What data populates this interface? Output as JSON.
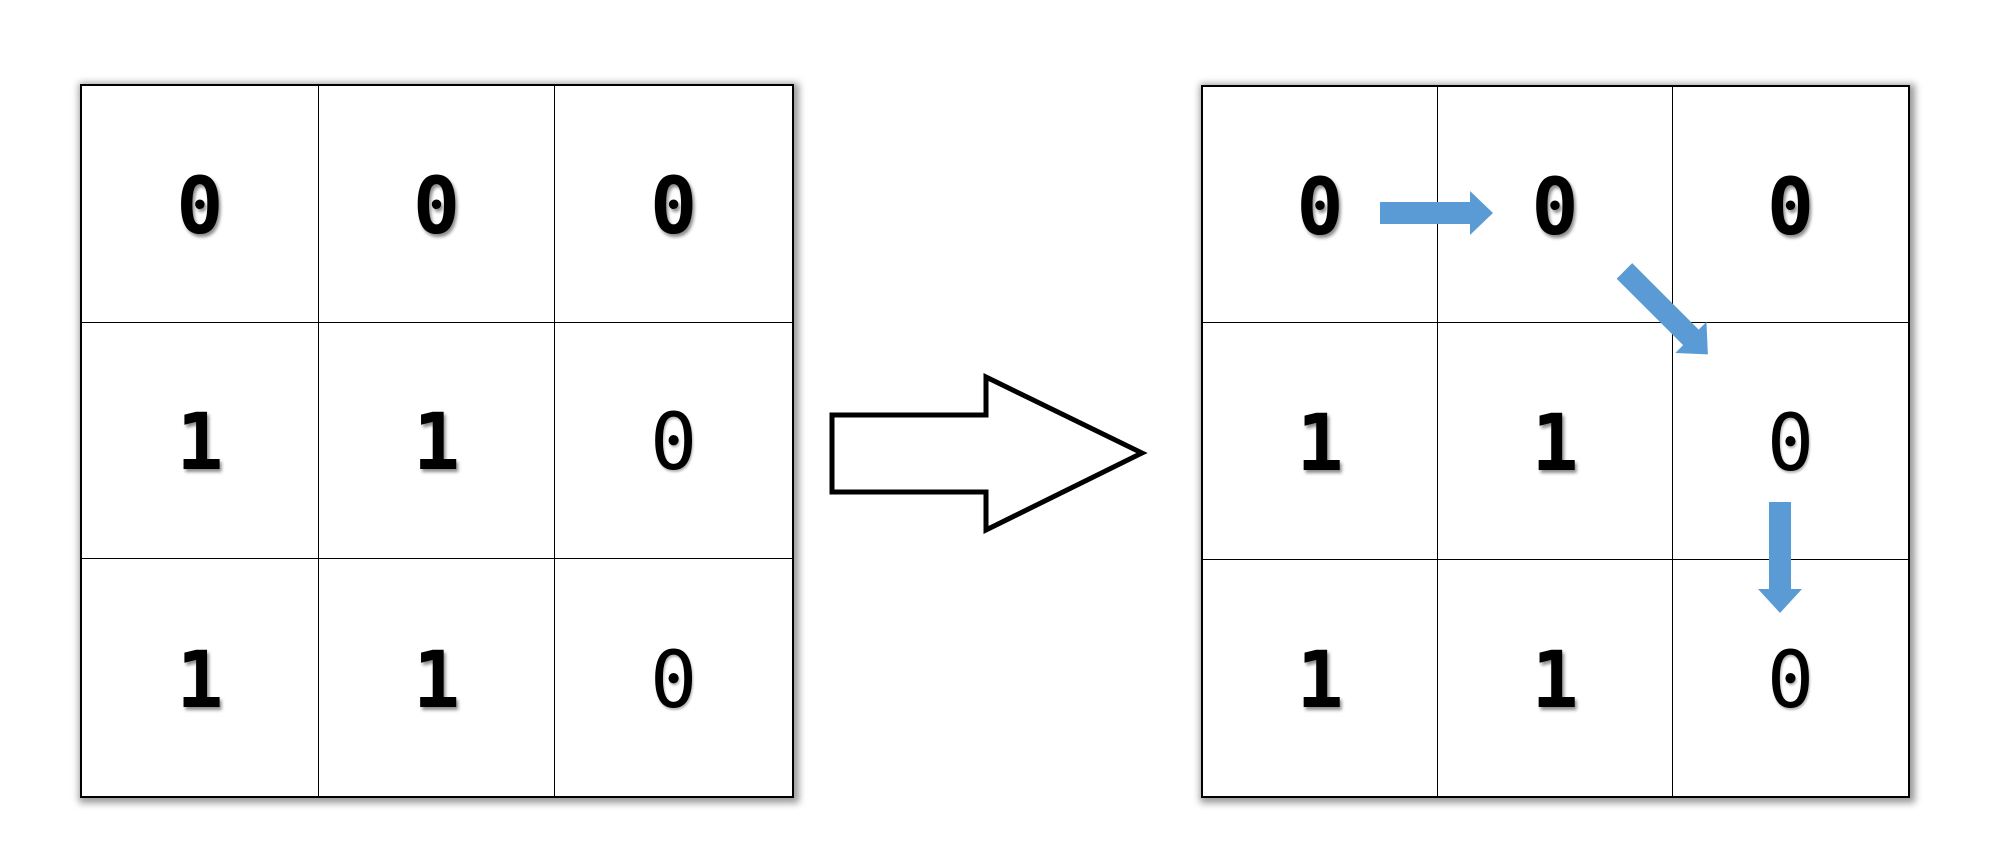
{
  "colors": {
    "background": "#ffffff",
    "grid_line": "#000000",
    "digit": "#000000",
    "transform_arrow_fill": "#ffffff",
    "transform_arrow_stroke": "#000000",
    "path_arrow_blue": "#5B9BD5"
  },
  "left_grid": {
    "rows": [
      [
        {
          "value": "0",
          "bold": true
        },
        {
          "value": "0",
          "bold": true
        },
        {
          "value": "0",
          "bold": true
        }
      ],
      [
        {
          "value": "1",
          "bold": true
        },
        {
          "value": "1",
          "bold": true
        },
        {
          "value": "0",
          "bold": false
        }
      ],
      [
        {
          "value": "1",
          "bold": true
        },
        {
          "value": "1",
          "bold": true
        },
        {
          "value": "0",
          "bold": false
        }
      ]
    ]
  },
  "right_grid": {
    "rows": [
      [
        {
          "value": "0",
          "bold": true
        },
        {
          "value": "0",
          "bold": true
        },
        {
          "value": "0",
          "bold": true
        }
      ],
      [
        {
          "value": "1",
          "bold": true
        },
        {
          "value": "1",
          "bold": true
        },
        {
          "value": "0",
          "bold": false
        }
      ],
      [
        {
          "value": "1",
          "bold": true
        },
        {
          "value": "1",
          "bold": true
        },
        {
          "value": "0",
          "bold": false
        }
      ]
    ]
  },
  "transform_arrow": {
    "icon": "block-arrow-right",
    "direction": "right"
  },
  "path_arrows": [
    {
      "icon": "arrow-right",
      "direction": "right",
      "from_cell": "row0-col0",
      "to_cell": "row0-col1"
    },
    {
      "icon": "arrow-down-right",
      "direction": "down-right",
      "from_cell": "row0-col1",
      "to_cell": "row1-col2"
    },
    {
      "icon": "arrow-down",
      "direction": "down",
      "from_cell": "row1-col2",
      "to_cell": "row2-col2"
    }
  ]
}
